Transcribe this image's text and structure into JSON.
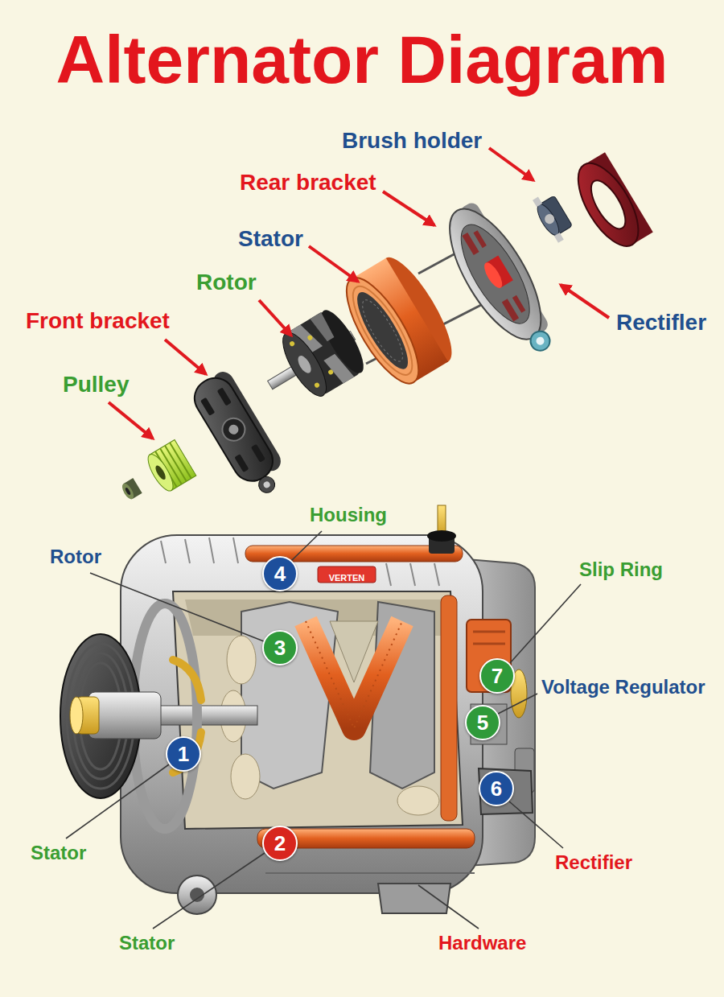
{
  "diagram": {
    "title": "Alternator Diagram",
    "nodes": [
      {
        "text": [
          "4"
        ]
      },
      {
        "text": [
          "3"
        ]
      },
      {
        "text": [
          "7"
        ]
      },
      {
        "text": [
          "5"
        ]
      },
      {
        "text": [
          "1"
        ]
      },
      {
        "text": [
          "6"
        ]
      },
      {
        "text": [
          "2"
        ]
      }
    ],
    "labels": [
      "Brush holder",
      "Rear bracket",
      "Stator",
      "Rotor",
      "Front bracket",
      "Rectifler",
      "Pulley",
      "Housing",
      "Rotor",
      "VERTEN",
      "Slip Ring",
      "Voltage Regulator",
      "Stator",
      "Rectifier",
      "Stator",
      "Hardware"
    ]
  }
}
